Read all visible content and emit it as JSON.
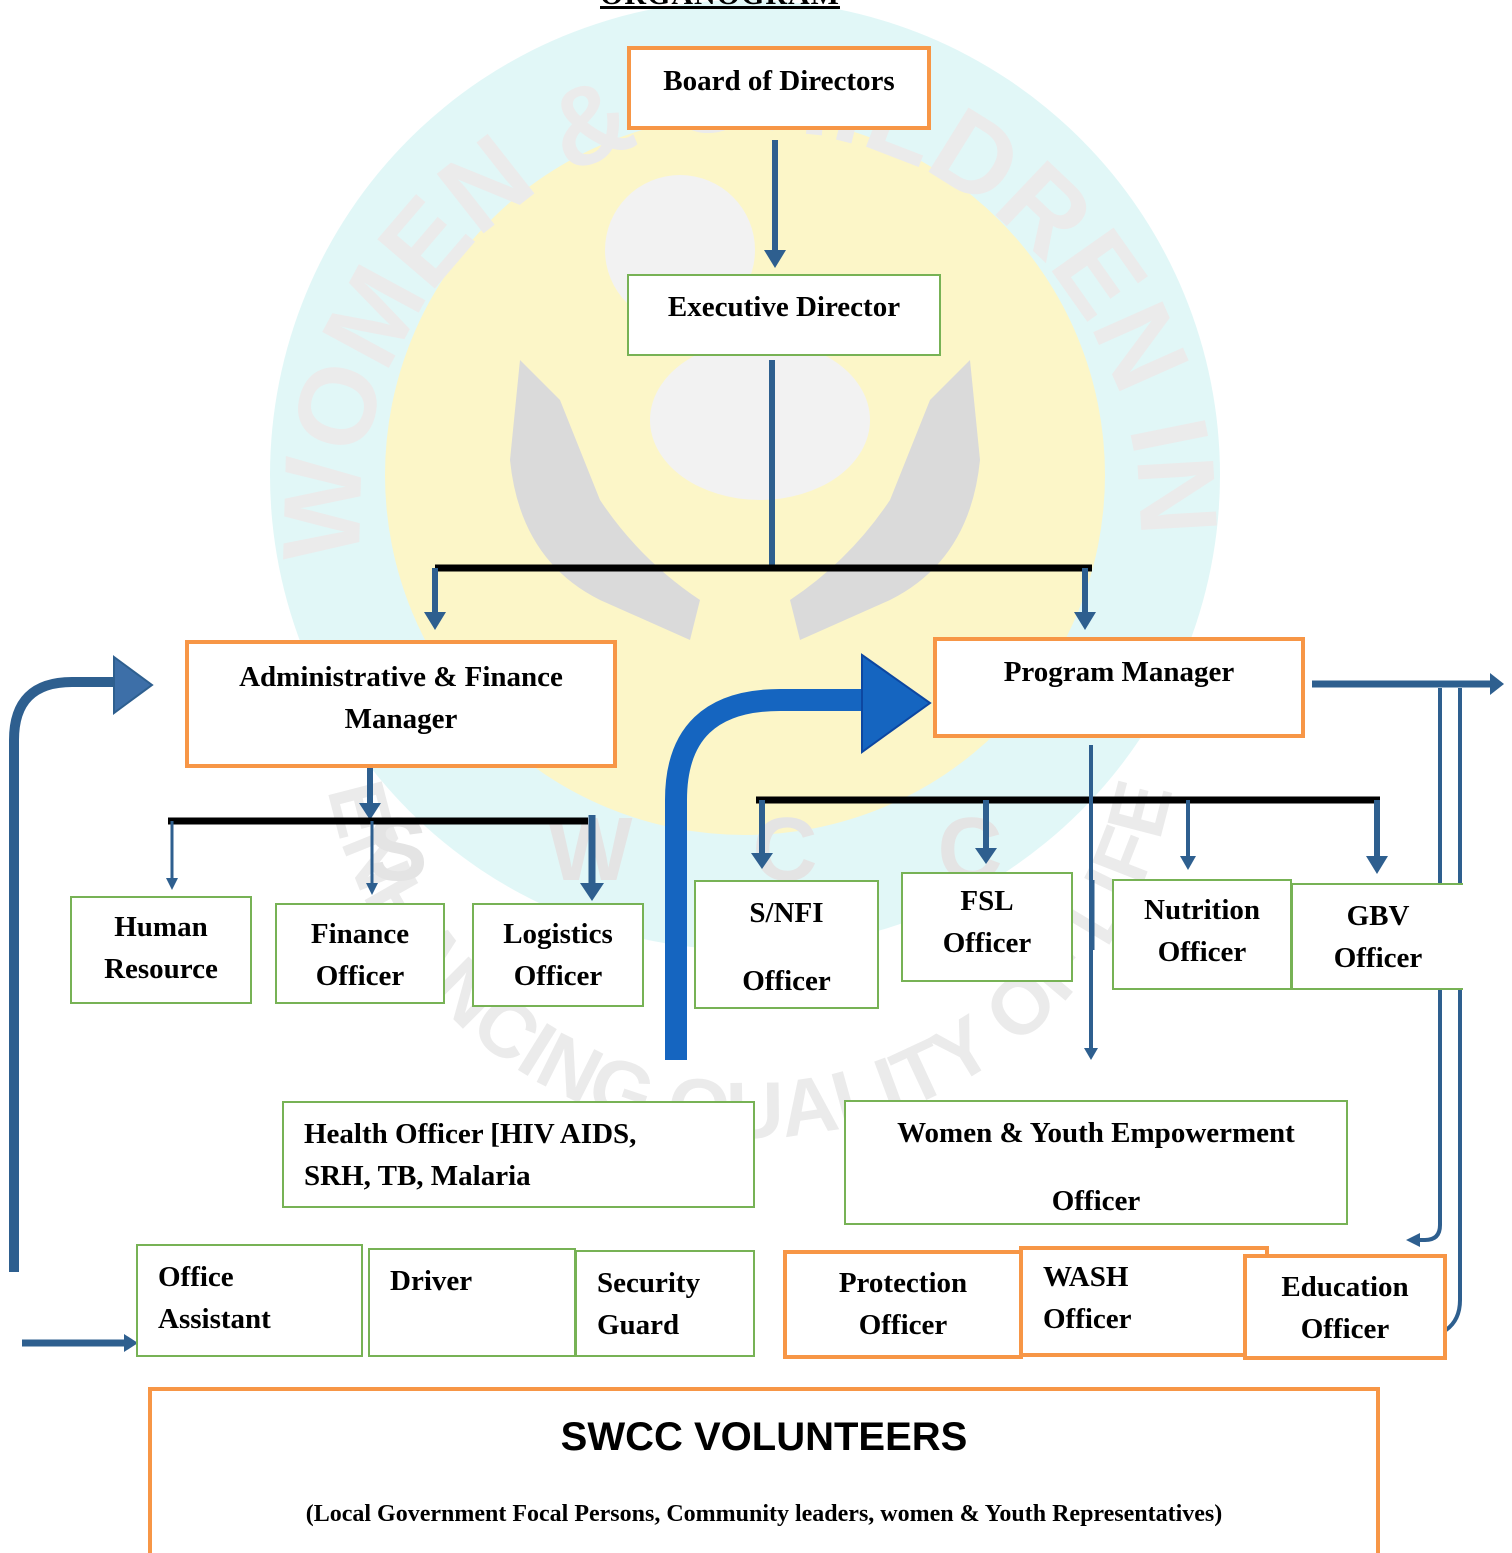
{
  "page": {
    "title": "ORGANOGRAM"
  },
  "watermark": {
    "ring_text_top": "SUPPORT WOMEN & CHILDREN IN CONFLICT",
    "ring_text_bottom": "ENHANCING QUALITY OF LIFE",
    "center_letters": "SWCC"
  },
  "colors": {
    "orange_border": "#F79646",
    "green_border": "#77B255",
    "arrow_blue": "#2E5F8F",
    "bright_arrow": "#1565C0"
  },
  "boxes": {
    "board": "Board of Directors",
    "executive": "Executive Director",
    "admin_finance": [
      "Administrative & Finance",
      "Manager"
    ],
    "program_manager": "Program Manager",
    "human_resource": [
      "Human",
      "Resource"
    ],
    "finance_officer": [
      "Finance",
      "Officer"
    ],
    "logistics_officer": [
      "Logistics",
      "Officer"
    ],
    "snfi_officer": [
      "S/NFI",
      "Officer"
    ],
    "fsl_officer": [
      "FSL",
      "Officer"
    ],
    "nutrition_officer": [
      "Nutrition",
      "Officer"
    ],
    "gbv_officer": [
      "GBV",
      "Officer"
    ],
    "health_officer": [
      "Health Officer [HIV AIDS,",
      "SRH, TB, Malaria"
    ],
    "women_youth_officer": [
      "Women & Youth Empowerment",
      "Officer"
    ],
    "office_assistant": [
      "Office",
      "Assistant"
    ],
    "driver": "Driver",
    "security_guard": [
      "Security",
      "Guard"
    ],
    "protection_officer": [
      "Protection",
      "Officer"
    ],
    "wash_officer": [
      "WASH",
      "Officer"
    ],
    "education_officer": [
      "Education",
      "Officer"
    ],
    "volunteers_title": "SWCC VOLUNTEERS",
    "volunteers_subtitle": "(Local Government Focal Persons, Community leaders, women & Youth Representatives)"
  }
}
